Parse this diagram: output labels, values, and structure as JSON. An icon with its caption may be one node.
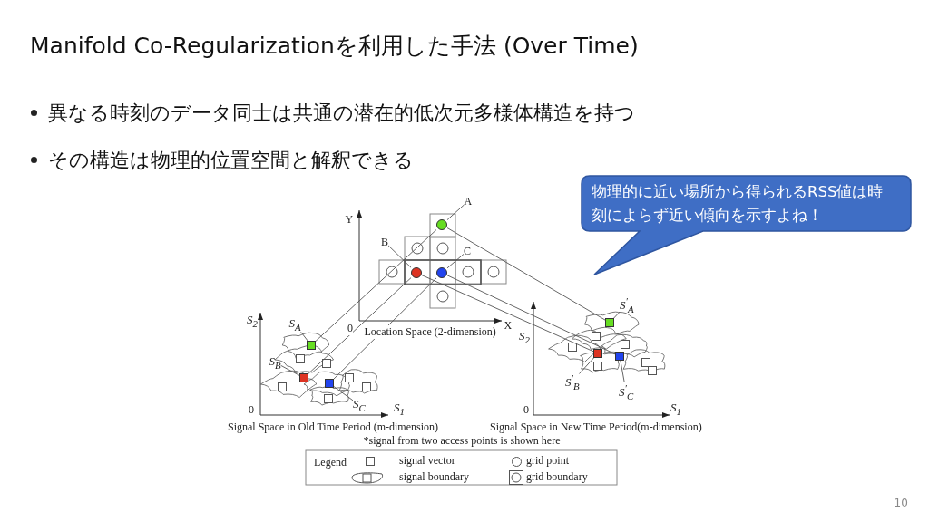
{
  "diagram": {
    "title": "Manifold Co-Regularizationを利用した手法 (Over Time)",
    "nodes": [
      {
        "text": [
          "物理的に近い場所から得られるRSS値は時刻によらず近い傾向を示すよね！"
        ]
      },
      {
        "text": [
          "A"
        ]
      },
      {
        "text": [],
        "shape": "circle"
      },
      {
        "text": [
          "B"
        ]
      },
      {
        "text": [],
        "shape": "circle"
      },
      {
        "text": [
          "C"
        ]
      },
      {
        "text": [],
        "shape": "circle"
      },
      {
        "text": [
          "S$_{A}$"
        ]
      },
      {
        "text": [],
        "shape": "box"
      },
      {
        "text": [
          "S$_{B}$"
        ]
      },
      {
        "text": [],
        "shape": "box"
      },
      {
        "text": [
          "S$_{C}$"
        ]
      },
      {
        "text": [],
        "shape": "box"
      },
      {
        "text": [
          "S$^{′}$$_{A}$"
        ]
      },
      {
        "text": [],
        "shape": "box"
      },
      {
        "text": [
          "S$^{′}$$_{B}$"
        ]
      },
      {
        "text": [],
        "shape": "box"
      },
      {
        "text": [
          "S$^{′}$$_{C}$"
        ]
      },
      {
        "text": [],
        "shape": "box"
      }
    ],
    "edges": [
      {
        "from": 1,
        "to": 2,
        "arrow": "none"
      },
      {
        "from": 3,
        "to": 4,
        "arrow": "none"
      },
      {
        "from": 5,
        "to": 6,
        "arrow": "none"
      },
      {
        "from": 7,
        "to": 8,
        "arrow": "none"
      },
      {
        "from": 9,
        "to": 10,
        "arrow": "none"
      },
      {
        "from": 11,
        "to": 12,
        "arrow": "none"
      },
      {
        "from": 13,
        "to": 14,
        "arrow": "none"
      },
      {
        "from": 15,
        "to": 16,
        "arrow": "none"
      },
      {
        "from": 17,
        "to": 18,
        "arrow": "none"
      },
      {
        "from": 2,
        "to": 8,
        "arrow": "none"
      },
      {
        "from": 4,
        "to": 10,
        "arrow": "none"
      },
      {
        "from": 6,
        "to": 12,
        "arrow": "none"
      },
      {
        "from": 2,
        "to": 14,
        "arrow": "none"
      },
      {
        "from": 4,
        "to": 16,
        "arrow": "none"
      },
      {
        "from": 6,
        "to": 18,
        "arrow": "none"
      }
    ],
    "labels": [
      "異なる時刻のデータ同士は共通の潜在的低次元多様体構造を持つ",
      "その構造は物理的位置空間と解釈できる",
      "Y",
      "0",
      "X",
      "Location Space (2-dimension)",
      "S$_{2}$",
      "0",
      "S$_{1}$",
      "Signal Space in Old Time Period (m-dimension)",
      "S$_{2}$",
      "0",
      "S$_{1}$",
      "Signal Space in New Time Period(m-dimension)",
      "*signal from two access points is shown here",
      "Legend",
      "10"
    ],
    "legend": [
      {
        "text": "signal vector"
      },
      {
        "text": "grid point"
      },
      {
        "text": "signal boundary"
      },
      {
        "text": "grid boundary"
      }
    ]
  }
}
